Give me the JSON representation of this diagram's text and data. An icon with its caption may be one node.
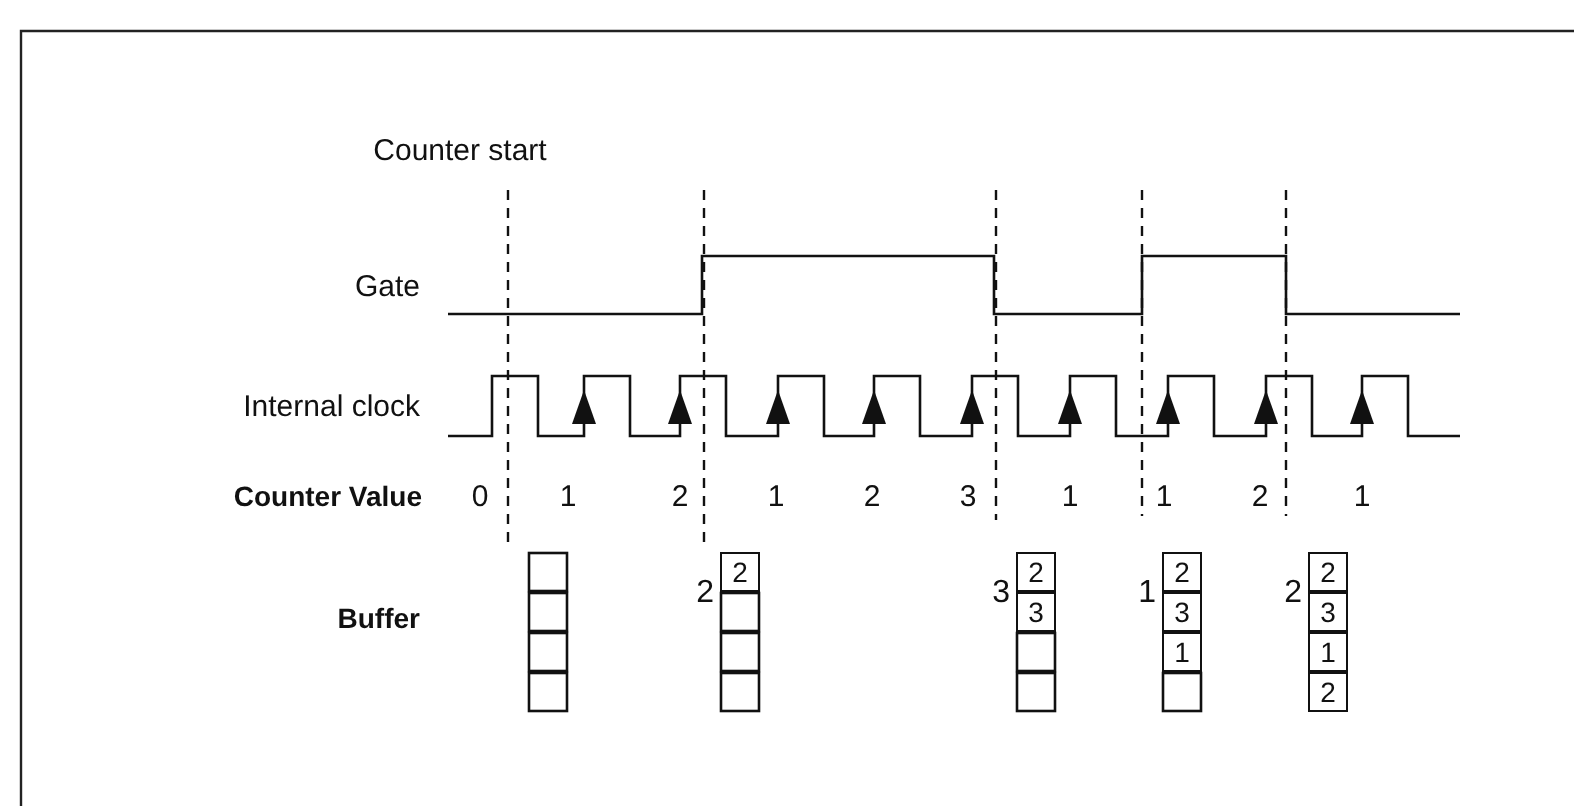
{
  "diagram": {
    "labels": [
      "Counter start",
      "Gate",
      "Internal clock",
      "Counter Value",
      "0",
      "1",
      "2",
      "1",
      "2",
      "3",
      "1",
      "1",
      "2",
      "1",
      "Buffer",
      "2",
      "2",
      "3",
      "2",
      "3",
      "1",
      "2",
      "3",
      "1",
      "2",
      "2",
      "3",
      "1",
      "2"
    ]
  }
}
